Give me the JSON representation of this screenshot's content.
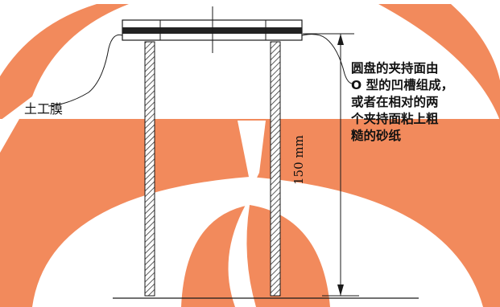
{
  "labels": {
    "geotextile": "土工膜",
    "dimension": "150 mm",
    "note_lines": [
      "圆盘的夹持面由",
      "O 型的凹槽组成，",
      "或者在相对的两",
      "个夹持面粘上粗",
      "糙的砂纸"
    ]
  },
  "colors": {
    "watermark": "#f28a5c",
    "hatch": "#333333",
    "line": "#1a1a1a"
  }
}
